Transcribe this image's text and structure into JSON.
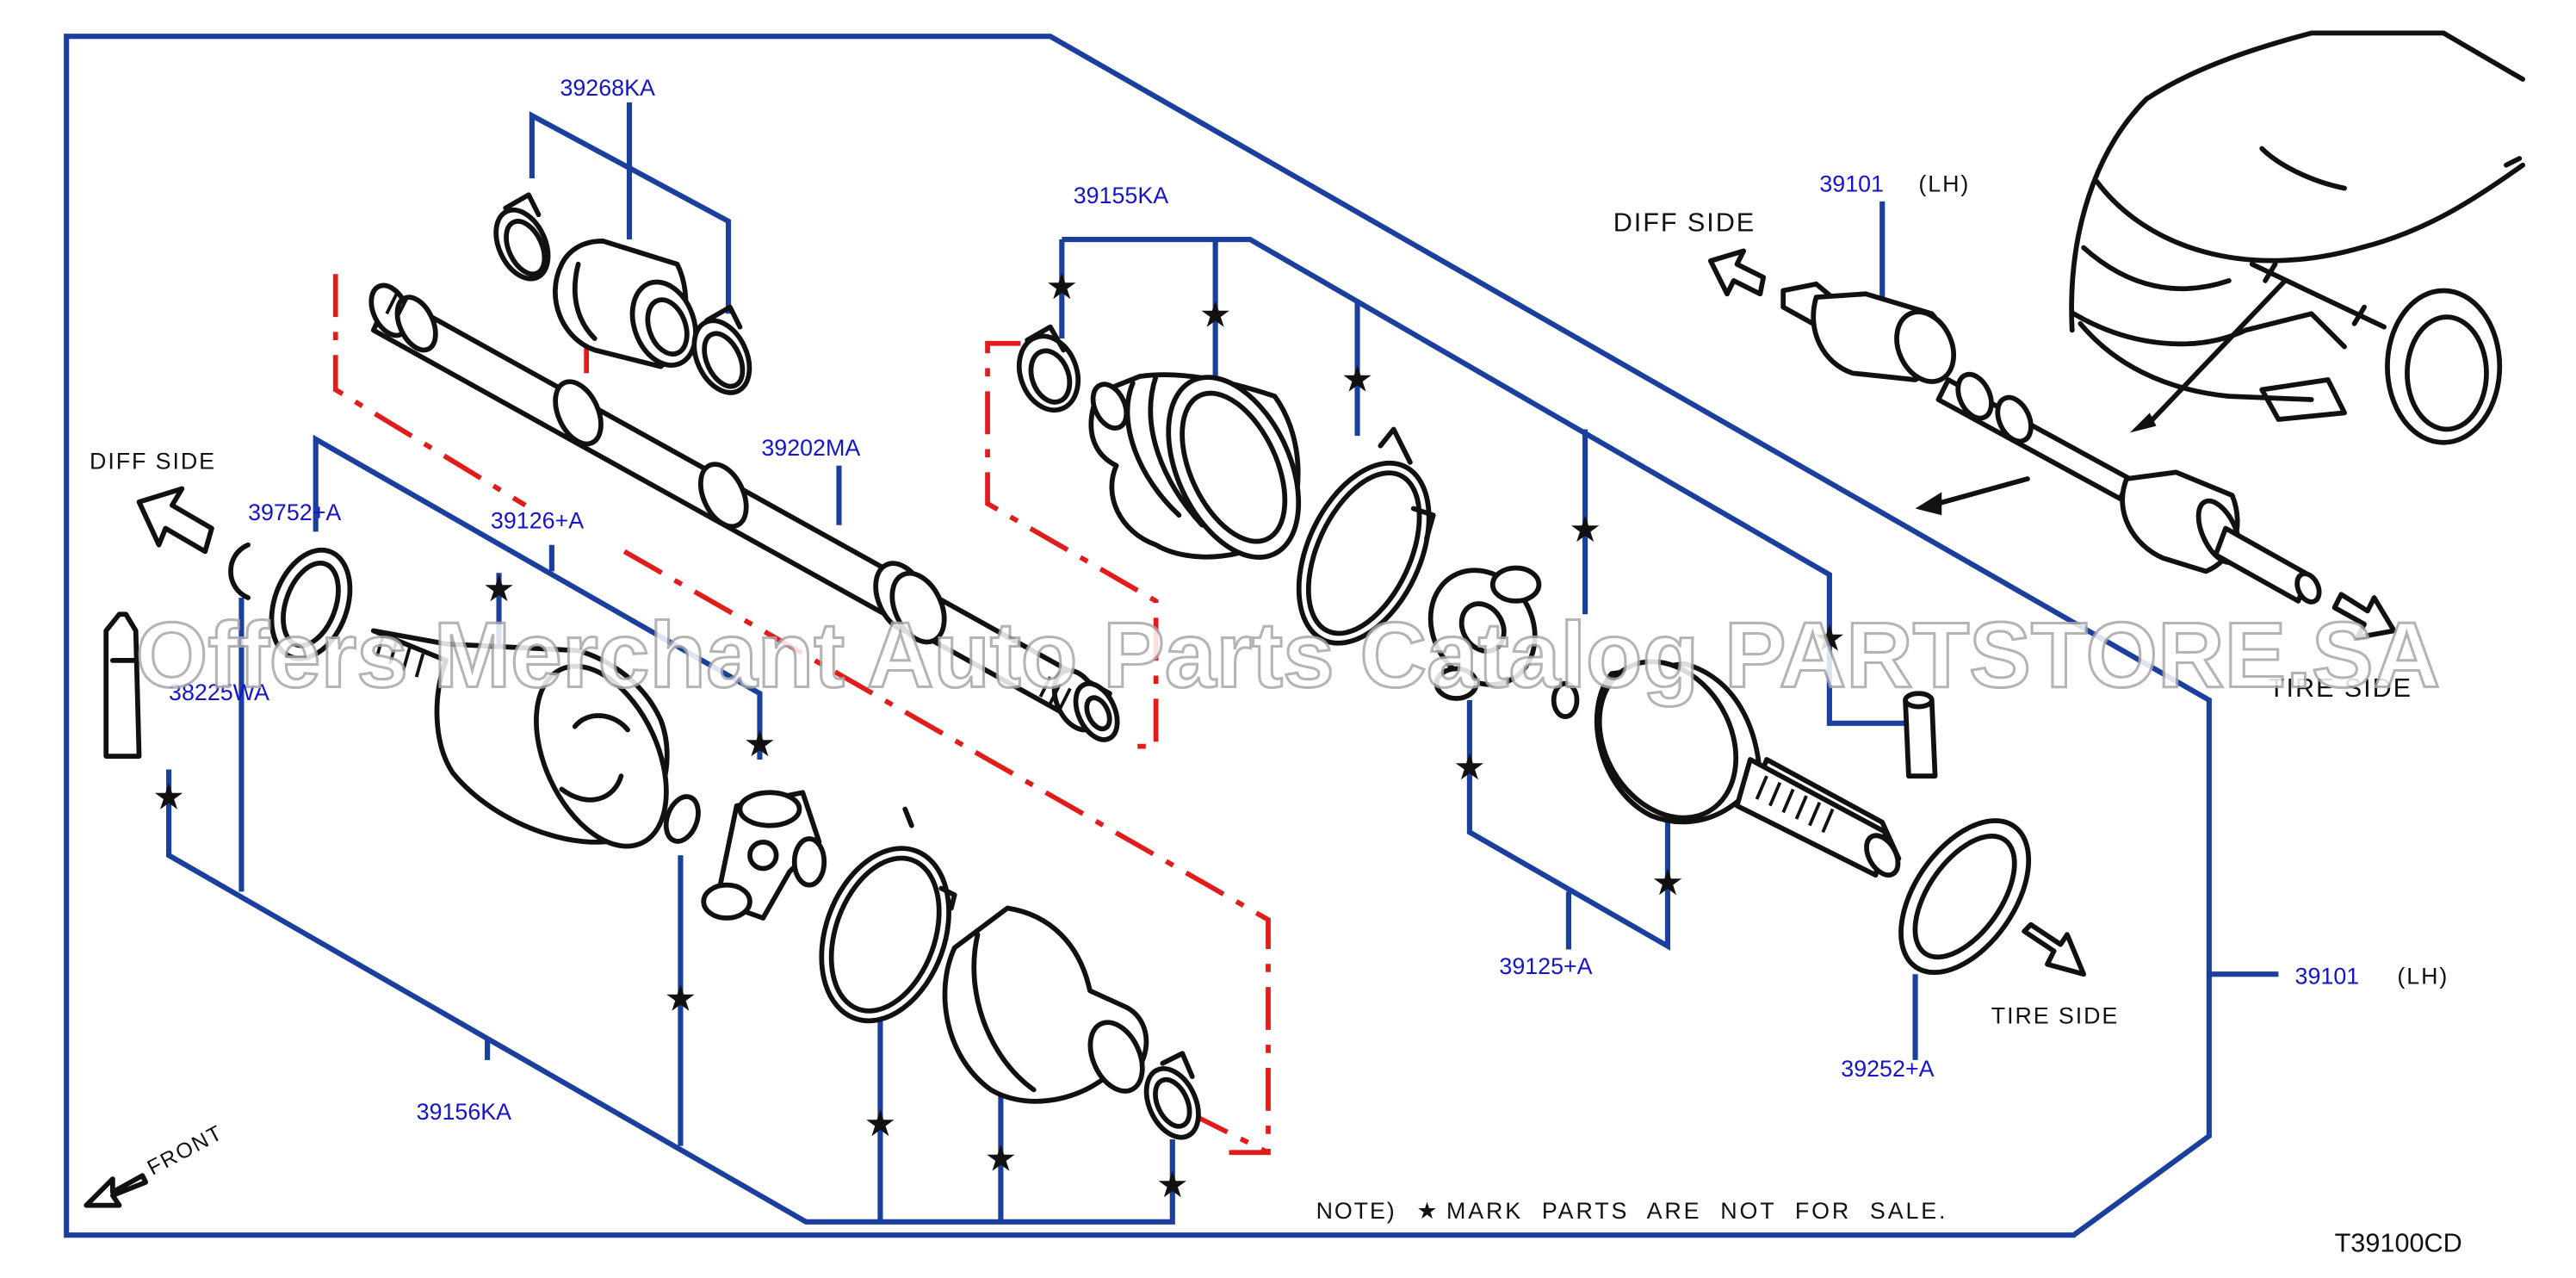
{
  "part_numbers": {
    "p39268KA": "39268KA",
    "p39202MA": "39202MA",
    "p39155KA": "39155KA",
    "p39101_top": "39101",
    "p39101_top_side": "(LH)",
    "p39752A": "39752+A",
    "p39126A": "39126+A",
    "p38225WA": "38225WA",
    "p39156KA": "39156KA",
    "p39125A": "39125+A",
    "p39252A": "39252+A",
    "p39101_right": "39101",
    "p39101_right_side": "(LH)"
  },
  "direction_labels": {
    "diff_side_top": "DIFF   SIDE",
    "diff_side_left": "DIFF   SIDE",
    "tire_side_top": "TIRE   SIDE",
    "tire_side_bottom": "TIRE   SIDE",
    "front": "FRONT"
  },
  "note": {
    "prefix": "NOTE)",
    "symbol": "★",
    "text": "MARK  PARTS  ARE  NOT  FOR  SALE."
  },
  "diagram_code": "T39100CD",
  "watermark": "Offers Merchant Auto Parts Catalog PARTSTORE.SA",
  "symbols": {
    "star": "★"
  },
  "colors": {
    "leader": "#1a3f9c",
    "label": "#1515c8",
    "phantom": "#e21b1b",
    "ink": "#111111"
  }
}
